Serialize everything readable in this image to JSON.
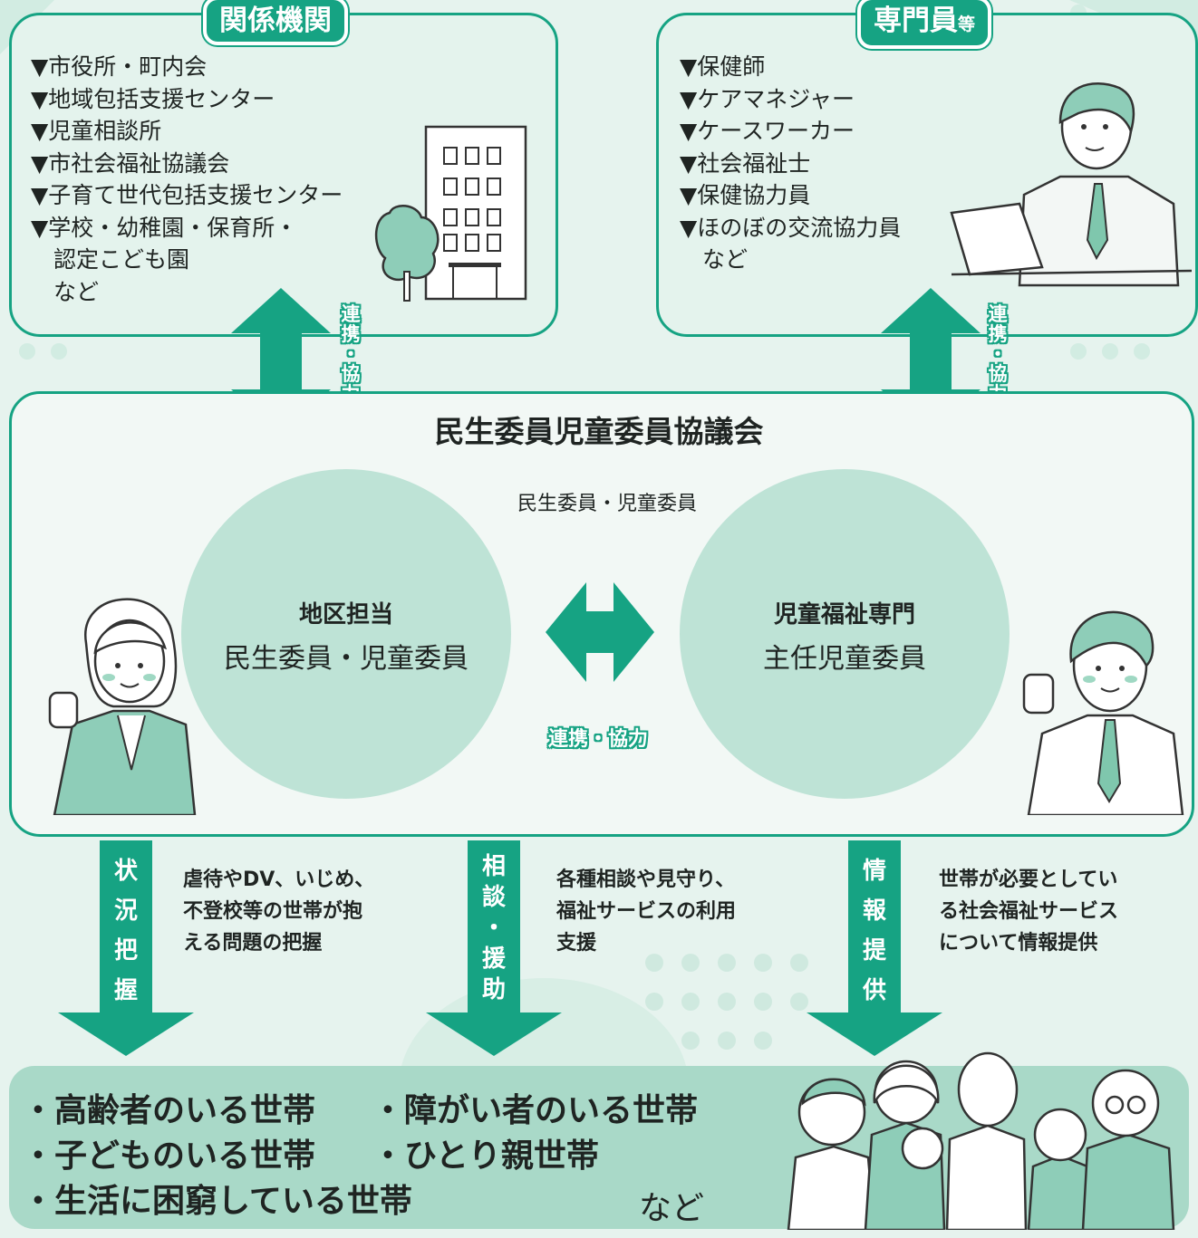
{
  "agencies": {
    "title": "関係機関",
    "items": [
      "市役所・町内会",
      "地域包括支援センター",
      "児童相談所",
      "市社会福祉協議会",
      "子育て世代包括支援センター",
      "学校・幼稚園・保育所・"
    ],
    "continuation": "認定こども園",
    "suffix": "など"
  },
  "specialists": {
    "title": "専門員",
    "title_suffix": "等",
    "items": [
      "保健師",
      "ケアマネジャー",
      "ケースワーカー",
      "社会福祉士",
      "保健協力員",
      "ほのぼの交流協力員"
    ],
    "suffix": "など"
  },
  "link_left": "連携・協力",
  "link_right": "連携・協力",
  "council": {
    "title": "民生委員児童委員協議会",
    "members": "民生委員・児童委員",
    "district": {
      "title": "地区担当",
      "subtitle": "民生委員・児童委員"
    },
    "child_welfare": {
      "title": "児童福祉専門",
      "subtitle": "主任児童委員"
    },
    "center_link": "連携・協力"
  },
  "functions": [
    {
      "label": "状況把握",
      "description": [
        "虐待やDV、いじめ、",
        "不登校等の世帯が抱",
        "える問題の把握"
      ]
    },
    {
      "label": "相談・援助",
      "description": [
        "各種相談や見守り、",
        "福祉サービスの利用",
        "支援"
      ]
    },
    {
      "label": "情報提供",
      "description": [
        "世帯が必要としてい",
        "る社会福祉サービス",
        "について情報提供"
      ]
    }
  ],
  "households": {
    "row1_left": "・高齢者のいる世帯",
    "row1_right": "・障がい者のいる世帯",
    "row2_left": "・子どものいる世帯",
    "row2_right": "・ひとり親世帯",
    "row3": "・生活に困窮している世帯",
    "suffix": "など"
  },
  "colors": {
    "accent": "#16a383",
    "panel": "#e4f3ed",
    "circle": "#bee3d6",
    "bottom": "#a9d9c8"
  }
}
